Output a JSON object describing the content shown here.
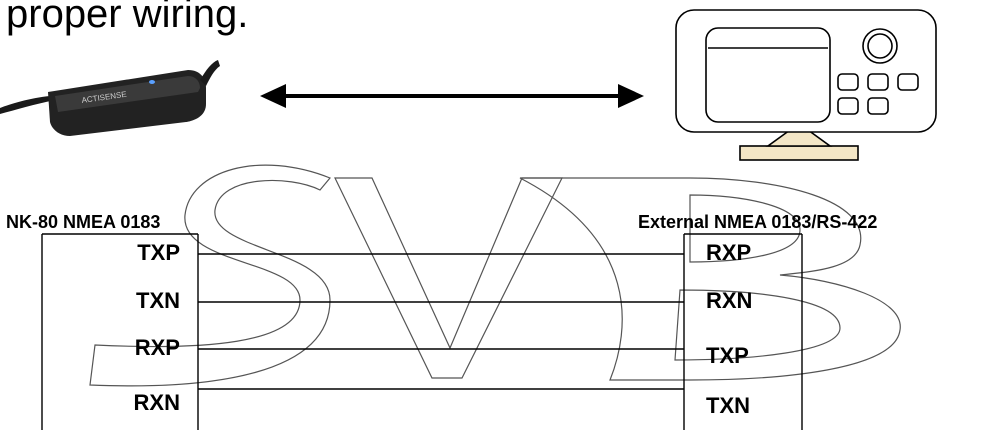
{
  "heading": "proper wiring.",
  "left_device": {
    "label": "NK-80 NMEA 0183",
    "badge_text": "ACTISENSE",
    "pins": [
      "TXP",
      "TXN",
      "RXP",
      "RXN"
    ]
  },
  "right_device": {
    "label": "External NMEA 0183/RS-422",
    "pins": [
      "RXP",
      "RXN",
      "TXP",
      "TXN"
    ]
  },
  "watermark": "SVB",
  "icons": {
    "adapter": "nk80-adapter-icon",
    "monitor": "chartplotter-monitor-icon",
    "arrow": "double-headed-arrow-icon"
  },
  "colors": {
    "line": "#000000",
    "device_body": "#222222",
    "monitor_stand": "#f3e6c6"
  }
}
